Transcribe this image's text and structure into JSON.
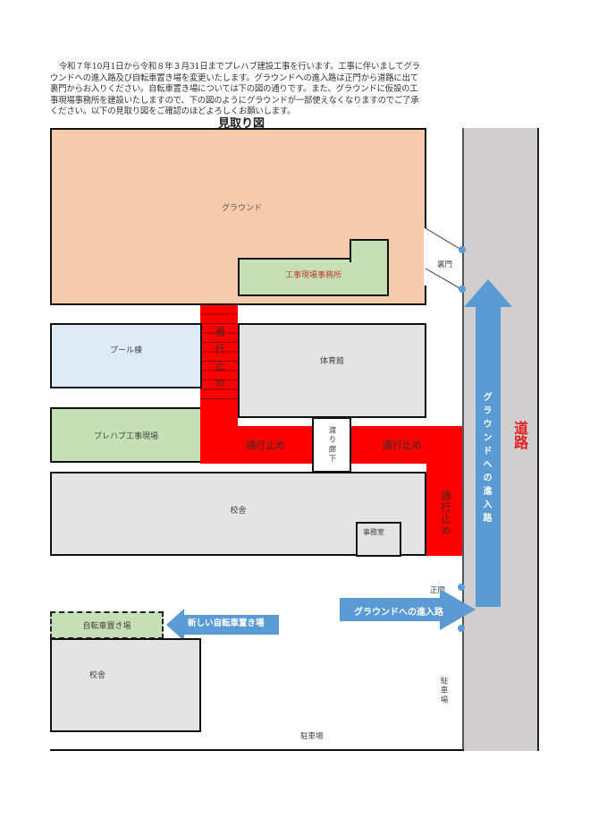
{
  "intro_text": "令和７年10月1日から令和８年３月31日までプレハブ建設工事を行います。工事に伴いましてグラウンドへの進入路及び自転車置き場を変更いたします。グラウンドへの進入路は正門から道路に出て裏門からお入りください。自転車置き場については下の図の通りです。また、グラウンドに仮設の工事現場事務所を建設いたしますので、下の図のようにグラウンドが一部使えなくなりますのでご了承ください。以下の見取り図をご確認のほどよろしくお願いします。",
  "map": {
    "title": "見取り図",
    "areas": {
      "ground": "グラウンド",
      "construction_office": "工事現場事務所",
      "back_gate": "裏門",
      "pool": "プール棟",
      "gym": "体育館",
      "prefab_site": "プレハブ工事現場",
      "corridor": "渡り廊下",
      "school_building": "校舎",
      "staff_office": "事務室",
      "main_gate": "正門",
      "bicycle_parking": "自転車置き場",
      "annex_building": "校舎",
      "parking_vertical": "駐車場",
      "parking_bottom": "駐車場",
      "road": "道路"
    },
    "blocked": {
      "vertical_left": "通行止め",
      "horizontal_left": "通行止め",
      "horizontal_right": "通行止め",
      "vertical_right": "通行止め"
    },
    "arrows": {
      "vertical_entry": "グラウンドへの進入路",
      "horizontal_entry": "グラウンドへの進入路",
      "new_bicycle": "新しい自転車置き場"
    },
    "colors": {
      "ground": "#f7caac",
      "green_area": "#c5e0b4",
      "pool": "#deebf7",
      "building": "#e4e4e4",
      "blocked": "#ff0000",
      "arrow": "#5b9bd5",
      "road": "#d0cece",
      "road_label": "#e02020"
    }
  }
}
